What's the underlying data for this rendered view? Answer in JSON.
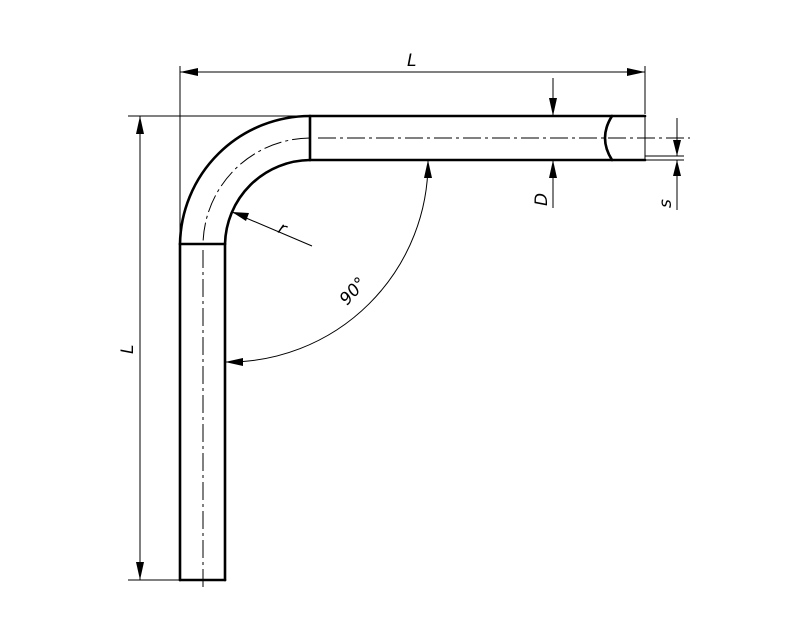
{
  "labels": {
    "length_horizontal": "L",
    "length_vertical": "L",
    "diameter": "D",
    "wall_thickness": "s",
    "bend_radius": "r",
    "angle": "90°"
  }
}
